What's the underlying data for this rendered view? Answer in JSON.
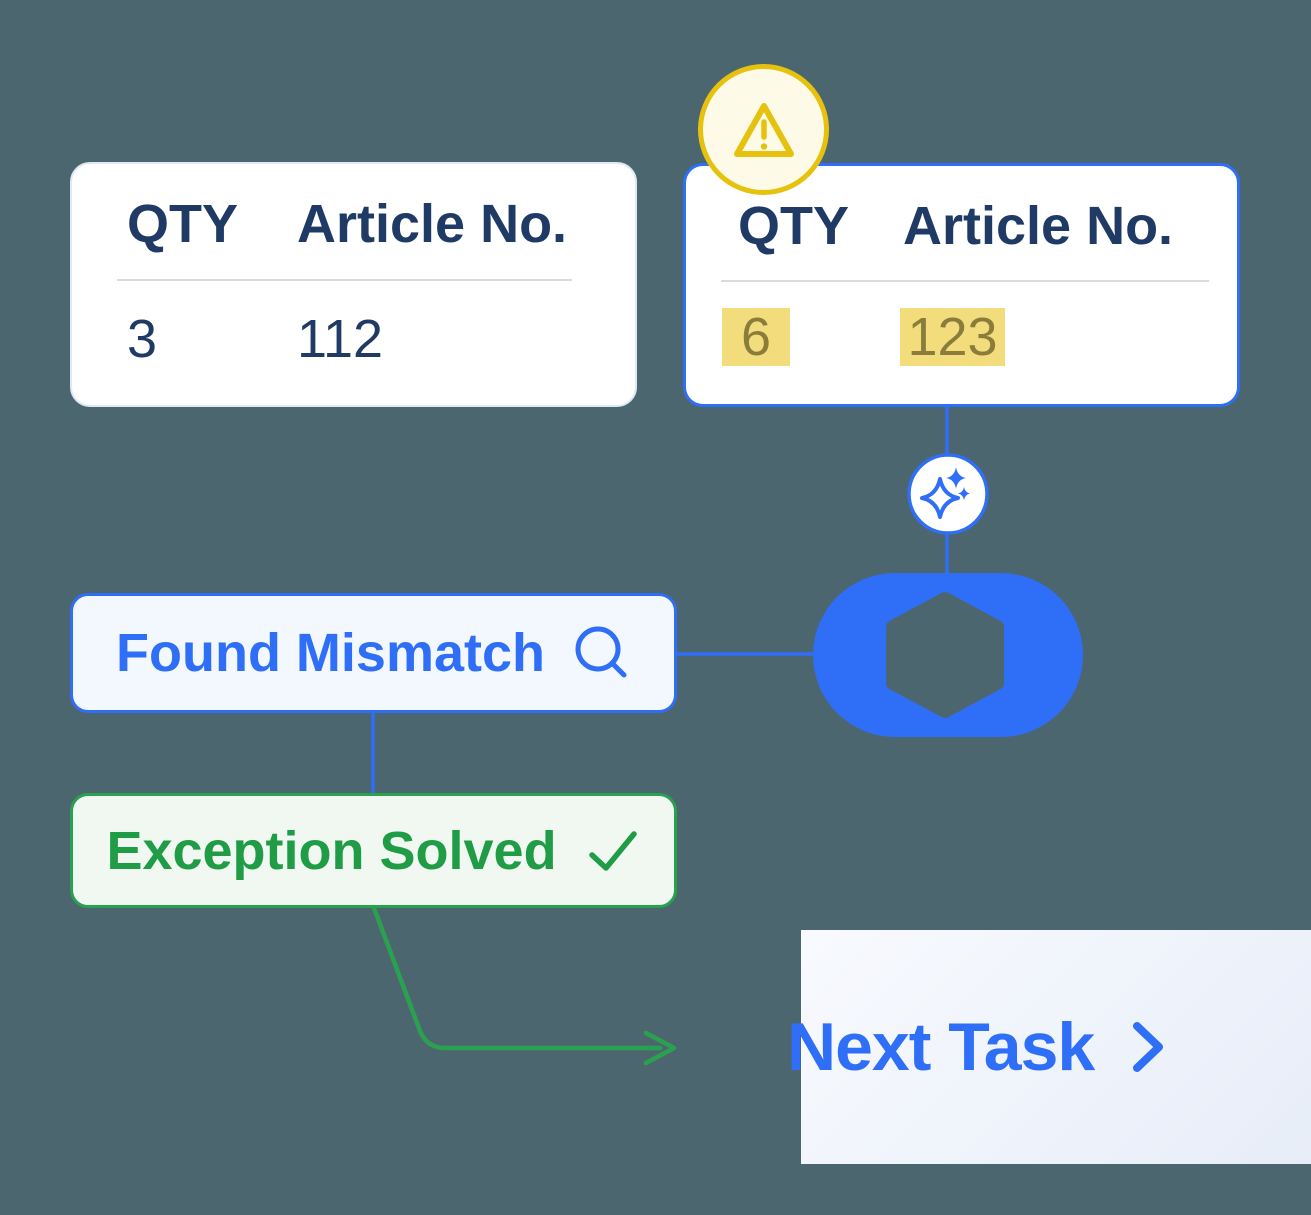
{
  "colors": {
    "background": "#4C6670",
    "accent_blue": "#2F6EF6",
    "navy": "#203A66",
    "green": "#2AA14F",
    "green_text": "#1F9C45",
    "green_bg": "#F0F8F1",
    "blue_bg": "#F3F7FE",
    "card_bg": "#FFFFFF",
    "yellow": "#E6C20E",
    "badge_bg": "#FDFAE7",
    "highlight_bg": "#F3DC7B",
    "highlight_text": "#8A7D3B",
    "divider": "#DBDBDB",
    "panel_grad_start": "#F8FAFE",
    "panel_grad_end": "#E7EDF8"
  },
  "expected_card": {
    "qty_header": "QTY",
    "article_header": "Article No.",
    "qty_value": "3",
    "article_value": "112"
  },
  "scanned_card": {
    "qty_header": "QTY",
    "article_header": "Article No.",
    "qty_value": "6",
    "article_value": "123",
    "badge_icon": "warning-icon"
  },
  "flow": {
    "found_mismatch_label": "Found Mismatch",
    "exception_solved_label": "Exception Solved",
    "next_task_label": "Next Task"
  },
  "icons": {
    "badge": "warning-icon",
    "ai_node": "sparkle-icon",
    "found_mismatch": "search-icon",
    "exception_solved": "check-icon",
    "next_task": "chevron-right-icon"
  }
}
